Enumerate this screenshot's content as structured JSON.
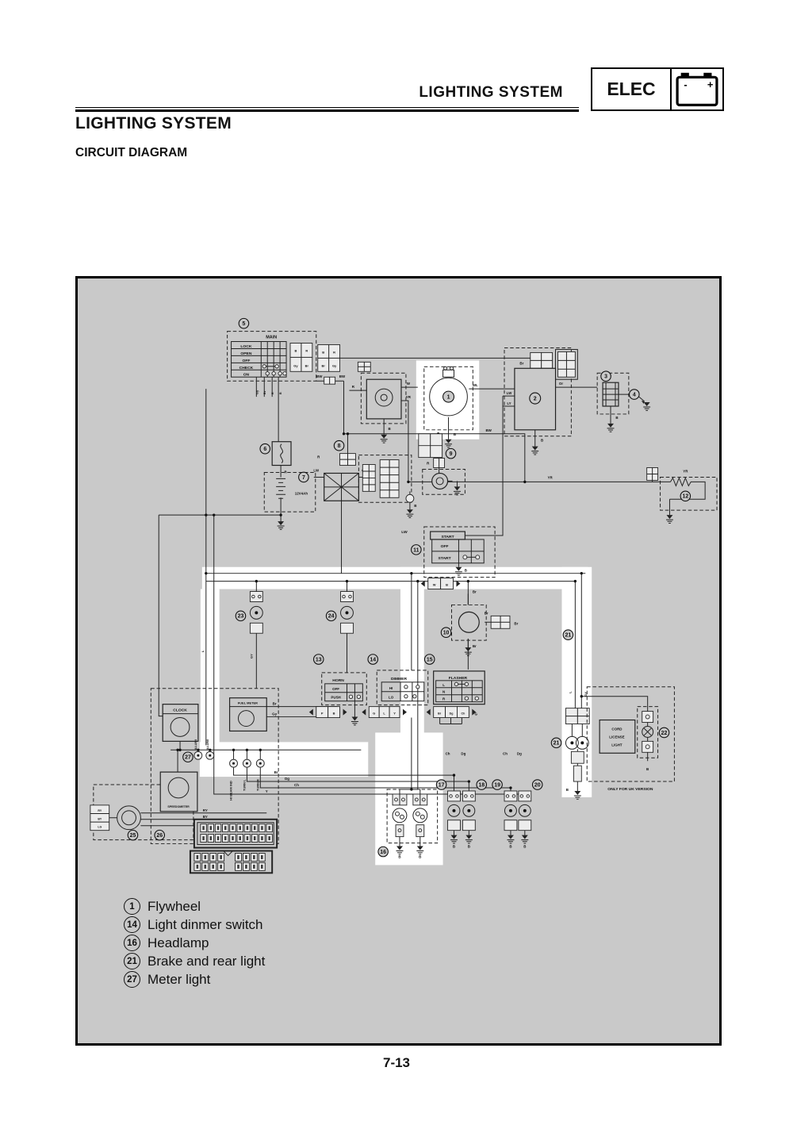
{
  "page": {
    "header_title": "LIGHTING SYSTEM",
    "elec_label": "ELEC",
    "battery_minus": "-",
    "battery_plus": "+",
    "section_title": "LIGHTING SYSTEM",
    "subsection_title": "CIRCUIT DIAGRAM",
    "page_number": "7-13"
  },
  "legend": {
    "items": [
      {
        "num": "1",
        "label": "Flywheel"
      },
      {
        "num": "14",
        "label": "Light dinmer switch"
      },
      {
        "num": "16",
        "label": "Headlamp"
      },
      {
        "num": "21",
        "label": "Brake and rear light"
      },
      {
        "num": "27",
        "label": "Meter light"
      }
    ]
  },
  "diagram": {
    "titles": {
      "MAIN": "MAIN",
      "START": "START",
      "HORN": "HORN",
      "DIMMER": "DIMMER",
      "FLASHER": "FLASHER",
      "CLOCK": "CLOCK",
      "FUEL": "FUEL METER",
      "SPEEDO": "SPEEDOMETER",
      "CORD": "CORD",
      "LICENSE": "LICENSE",
      "LIGHT": "LIGHT",
      "UK": "ONLY FOR UK VERSION",
      "BATT": "12V4Ah",
      "ILLUMI": "ILLUMI",
      "HIBEAM": "HI BEAM IND",
      "TURNL": "TURN L",
      "TURNR": "TURN R"
    },
    "rows": {
      "LOCK": "LOCK",
      "OPEN": "OPEN",
      "OFF": "OFF",
      "CHECK": "CHECK",
      "ON": "ON",
      "HI": "HI",
      "LO": "LO",
      "PUSH": "PUSH",
      "L": "L",
      "N": "N",
      "R": "R"
    },
    "wires": {
      "B": "B",
      "BW": "BW",
      "W": "W",
      "WL": "WL",
      "YR": "YR",
      "LW": "LW",
      "LY": "LY",
      "GY": "GY",
      "Gy": "Gy",
      "Br": "Br",
      "Or": "Or",
      "R": "R",
      "L": "L",
      "Y": "Y",
      "G": "G",
      "P": "P",
      "Ch": "Ch",
      "Dg": "Dg",
      "RY": "RY",
      "BY": "BY",
      "LG": "LG"
    },
    "numbers": {
      "n1": "1",
      "n2": "2",
      "n3": "3",
      "n4": "4",
      "n5": "5",
      "n6": "6",
      "n7": "7",
      "n8": "8",
      "n9": "9",
      "n10": "10",
      "n11": "11",
      "n12": "12",
      "n13": "13",
      "n14": "14",
      "n15": "15",
      "n16": "16",
      "n17": "17",
      "n18": "18",
      "n19": "19",
      "n20": "20",
      "n21": "21",
      "n22": "22",
      "n23": "23",
      "n24": "24",
      "n25": "25",
      "n26": "26",
      "n27": "27"
    }
  }
}
